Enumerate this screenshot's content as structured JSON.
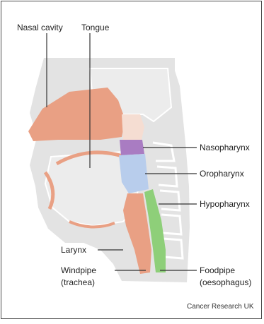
{
  "labels": {
    "nasal_cavity": "Nasal cavity",
    "tongue": "Tongue",
    "nasopharynx": "Nasopharynx",
    "oropharynx": "Oropharynx",
    "hypopharynx": "Hypopharynx",
    "larynx": "Larynx",
    "windpipe": "Windpipe",
    "windpipe_sub": "(trachea)",
    "foodpipe": "Foodpipe",
    "foodpipe_sub": "(oesophagus)"
  },
  "credit": "Cancer Research UK",
  "colors": {
    "background_tissue": "#e3e3e3",
    "structure_outline": "#ffffff",
    "muscle_salmon": "#e9a084",
    "nasopharynx": "#a97cc2",
    "oropharynx": "#b8cdec",
    "hypopharynx": "#8ecf79",
    "pale_tissue": "#f5ddd2"
  }
}
